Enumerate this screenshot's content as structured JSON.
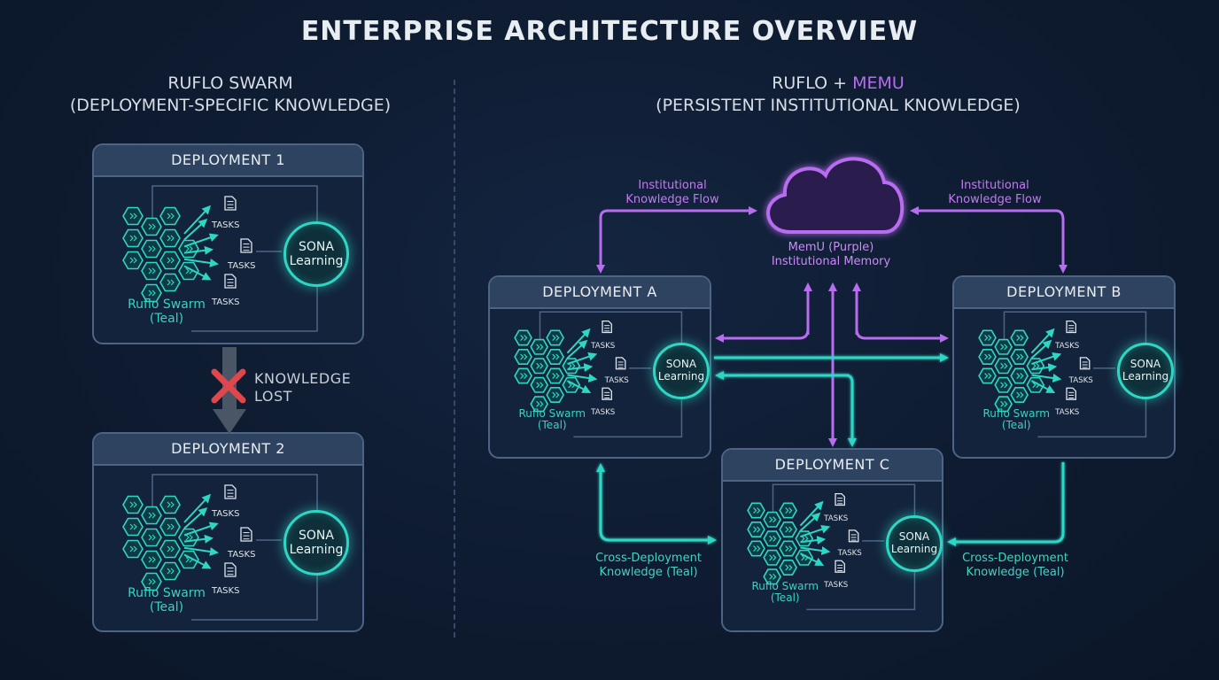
{
  "title": "ENTERPRISE ARCHITECTURE OVERVIEW",
  "left_section": {
    "title_line1": "RUFLO SWARM",
    "title_line2": "(DEPLOYMENT-SPECIFIC KNOWLEDGE)",
    "knowledge_lost_line1": "KNOWLEDGE",
    "knowledge_lost_line2": "LOST"
  },
  "right_section": {
    "title_prefix": "RUFLO + ",
    "title_accent": "MEMU",
    "title_line2": "(PERSISTENT INSTITUTIONAL KNOWLEDGE)",
    "memu_line1": "MemU (Purple)",
    "memu_line2": "Institutional Memory",
    "flow_left_line1": "Institutional",
    "flow_left_line2": "Knowledge Flow",
    "flow_right_line1": "Institutional",
    "flow_right_line2": "Knowledge Flow",
    "cross_left_line1": "Cross-Deployment",
    "cross_left_line2": "Knowledge (Teal)",
    "cross_right_line1": "Cross-Deployment",
    "cross_right_line2": "Knowledge (Teal)"
  },
  "deployments": {
    "d1": {
      "title": "DEPLOYMENT 1",
      "sona_line1": "SONA",
      "sona_line2": "Learning",
      "swarm_line1": "Ruflo Swarm",
      "swarm_line2": "(Teal)",
      "tasks": [
        "TASKS",
        "TASKS",
        "TASKS"
      ]
    },
    "d2": {
      "title": "DEPLOYMENT 2",
      "sona_line1": "SONA",
      "sona_line2": "Learning",
      "swarm_line1": "Ruflo Swarm",
      "swarm_line2": "(Teal)",
      "tasks": [
        "TASKS",
        "TASKS",
        "TASKS"
      ]
    },
    "da": {
      "title": "DEPLOYMENT A",
      "sona_line1": "SONA",
      "sona_line2": "Learning",
      "swarm_line1": "Ruflo Swarm",
      "swarm_line2": "(Teal)",
      "tasks": [
        "TASKS",
        "TASKS",
        "TASKS"
      ]
    },
    "db": {
      "title": "DEPLOYMENT B",
      "sona_line1": "SONA",
      "sona_line2": "Learning",
      "swarm_line1": "Ruflo Swarm",
      "swarm_line2": "(Teal)",
      "tasks": [
        "TASKS",
        "TASKS",
        "TASKS"
      ]
    },
    "dc": {
      "title": "DEPLOYMENT C",
      "sona_line1": "SONA",
      "sona_line2": "Learning",
      "swarm_line1": "Ruflo Swarm",
      "swarm_line2": "(Teal)",
      "tasks": [
        "TASKS",
        "TASKS",
        "TASKS"
      ]
    }
  },
  "colors": {
    "teal": "#2ed6c4",
    "purple": "#b86cf0",
    "lost_x": "#e0474c"
  }
}
